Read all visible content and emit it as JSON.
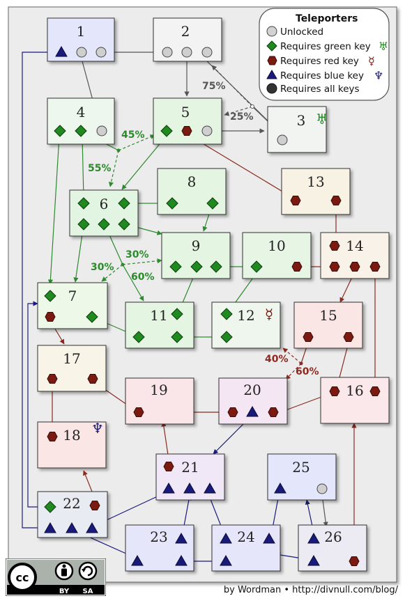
{
  "legend": {
    "title": "Teleporters",
    "items": [
      {
        "label": "Unlocked",
        "icon": "grey-circle-icon"
      },
      {
        "label": "Requires green key",
        "icon": "green-diamond-icon",
        "key_symbol": "♅"
      },
      {
        "label": "Requires red key",
        "icon": "red-hexagon-icon",
        "key_symbol": "☿"
      },
      {
        "label": "Requires blue key",
        "icon": "blue-triangle-icon",
        "key_symbol": "♆"
      },
      {
        "label": "Requires all keys",
        "icon": "dark-circle-icon"
      }
    ]
  },
  "colors": {
    "green": "#1f8a1f",
    "red": "#7a1a10",
    "blue": "#1a1a7a",
    "grey": "#cfcfcf",
    "dark": "#333333",
    "green_line": "#2c8a2c",
    "red_line": "#8a2a20",
    "blue_line": "#1a1a80",
    "grey_line": "#666666"
  },
  "rooms": [
    {
      "id": "1",
      "label": "1",
      "tint": "#e4e6fb"
    },
    {
      "id": "2",
      "label": "2",
      "tint": "#f3f3f3"
    },
    {
      "id": "3",
      "label": "3",
      "tint": "#f2f4f2",
      "key_symbol": "♅",
      "key_color": "green"
    },
    {
      "id": "4",
      "label": "4",
      "tint": "#eef7ee"
    },
    {
      "id": "5",
      "label": "5",
      "tint": "#e4f5e2"
    },
    {
      "id": "6",
      "label": "6",
      "tint": "#e2f5e2"
    },
    {
      "id": "7",
      "label": "7",
      "tint": "#eef8e8"
    },
    {
      "id": "8",
      "label": "8",
      "tint": "#e4f5e2"
    },
    {
      "id": "9",
      "label": "9",
      "tint": "#e4f5e2"
    },
    {
      "id": "10",
      "label": "10",
      "tint": "#e6f5e4"
    },
    {
      "id": "11",
      "label": "11",
      "tint": "#e4f5e2"
    },
    {
      "id": "12",
      "label": "12",
      "tint": "#eef6ee",
      "key_symbol": "☿",
      "key_color": "red"
    },
    {
      "id": "13",
      "label": "13",
      "tint": "#f8f2e4"
    },
    {
      "id": "14",
      "label": "14",
      "tint": "#f8f2e8"
    },
    {
      "id": "15",
      "label": "15",
      "tint": "#fbe6e6"
    },
    {
      "id": "16",
      "label": "16",
      "tint": "#fbe8ea"
    },
    {
      "id": "17",
      "label": "17",
      "tint": "#f8f4e8"
    },
    {
      "id": "18",
      "label": "18",
      "tint": "#fbe6e6",
      "key_symbol": "♆",
      "key_color": "blue"
    },
    {
      "id": "19",
      "label": "19",
      "tint": "#fae6e8"
    },
    {
      "id": "20",
      "label": "20",
      "tint": "#f4e6f2"
    },
    {
      "id": "21",
      "label": "21",
      "tint": "#f0e8f6"
    },
    {
      "id": "22",
      "label": "22",
      "tint": "#e8ecf2"
    },
    {
      "id": "23",
      "label": "23",
      "tint": "#e6e6fa"
    },
    {
      "id": "24",
      "label": "24",
      "tint": "#e6e6fa"
    },
    {
      "id": "25",
      "label": "25",
      "tint": "#e4e6fb"
    },
    {
      "id": "26",
      "label": "26",
      "tint": "#ecebf4"
    }
  ],
  "percentages": [
    {
      "id": "p75",
      "text": "75%",
      "color": "grey"
    },
    {
      "id": "p25",
      "text": "25%",
      "color": "grey"
    },
    {
      "id": "p45",
      "text": "45%",
      "color": "green"
    },
    {
      "id": "p55",
      "text": "55%",
      "color": "green"
    },
    {
      "id": "p30a",
      "text": "30%",
      "color": "green"
    },
    {
      "id": "p30b",
      "text": "30%",
      "color": "green"
    },
    {
      "id": "p60a",
      "text": "60%",
      "color": "green"
    },
    {
      "id": "p40",
      "text": "40%",
      "color": "red"
    },
    {
      "id": "p60b",
      "text": "60%",
      "color": "red"
    }
  ],
  "license": {
    "labels": [
      "cc",
      "BY",
      "SA"
    ]
  },
  "footer": {
    "text": "by Wordman • http://divnull.com/blog/"
  }
}
